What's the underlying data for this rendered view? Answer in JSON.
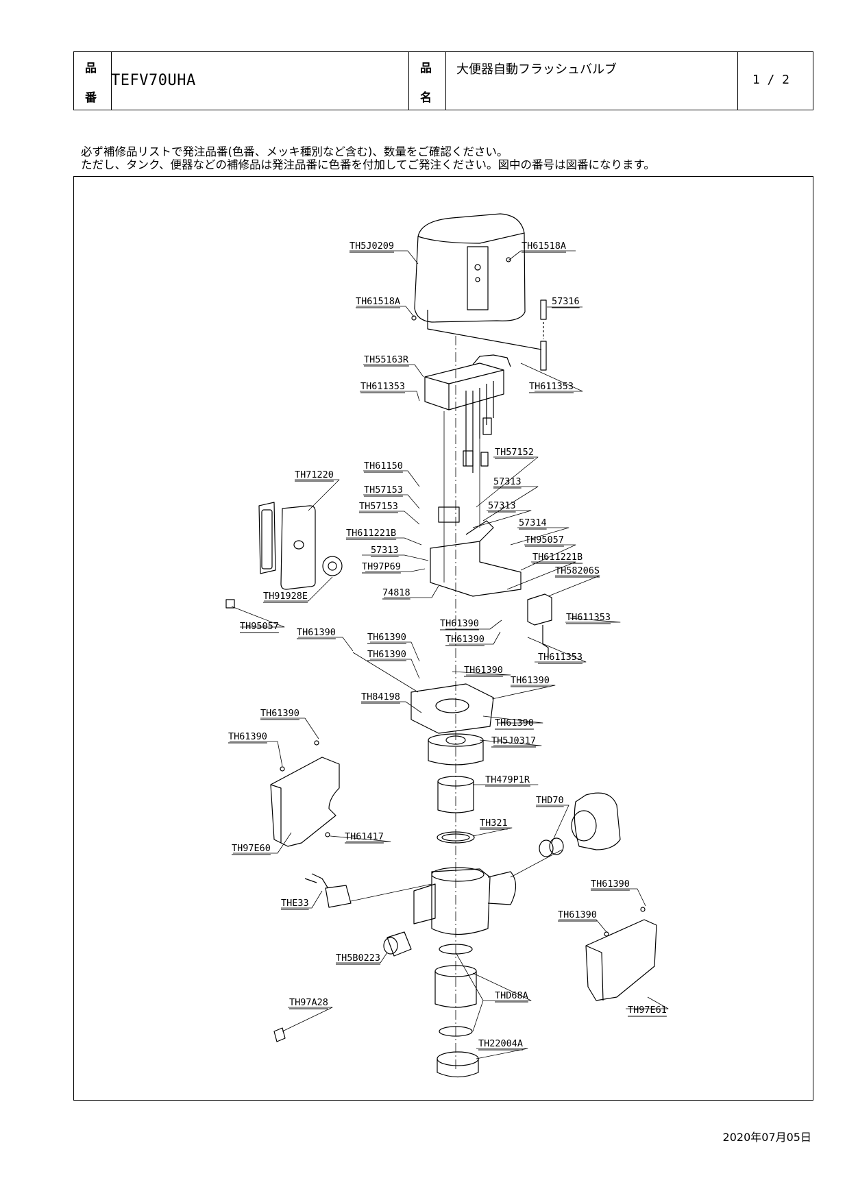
{
  "header": {
    "part_no_label_1": "品",
    "part_no_label_2": "番",
    "part_no": "TEFV70UHA",
    "name_label_1": "品",
    "name_label_2": "名",
    "product_name": "大便器自動フラッシュバルブ",
    "page": "1 / 2"
  },
  "notice": {
    "line1": "必ず補修品リストで発注品番(色番、メッキ種別など含む)、数量をご確認ください。",
    "line2": "ただし、タンク、便器などの補修品は発注品番に色番を付加してご発注ください。図中の番号は図番になります。"
  },
  "parts": [
    {
      "id": "TH5J0209"
    },
    {
      "id": "TH61518A"
    },
    {
      "id": "TH61518A"
    },
    {
      "id": "57316"
    },
    {
      "id": "TH55163R"
    },
    {
      "id": "TH611353"
    },
    {
      "id": "TH611353"
    },
    {
      "id": "TH61150"
    },
    {
      "id": "TH57152"
    },
    {
      "id": "TH57153"
    },
    {
      "id": "TH57153"
    },
    {
      "id": "57313"
    },
    {
      "id": "57313"
    },
    {
      "id": "57314"
    },
    {
      "id": "TH611221B"
    },
    {
      "id": "TH95057"
    },
    {
      "id": "57313"
    },
    {
      "id": "TH611221B"
    },
    {
      "id": "TH97P69"
    },
    {
      "id": "TH58206S"
    },
    {
      "id": "74818"
    },
    {
      "id": "TH61390"
    },
    {
      "id": "TH611353"
    },
    {
      "id": "TH61390"
    },
    {
      "id": "TH611353"
    },
    {
      "id": "TH71220"
    },
    {
      "id": "TH91928E"
    },
    {
      "id": "TH95057"
    },
    {
      "id": "TH61390"
    },
    {
      "id": "TH61390"
    },
    {
      "id": "TH61390"
    },
    {
      "id": "TH61390"
    },
    {
      "id": "TH61390"
    },
    {
      "id": "TH84198"
    },
    {
      "id": "TH61390"
    },
    {
      "id": "TH5J0317"
    },
    {
      "id": "TH61390"
    },
    {
      "id": "TH61390"
    },
    {
      "id": "TH479P1R"
    },
    {
      "id": "THD70"
    },
    {
      "id": "TH321"
    },
    {
      "id": "TH61417"
    },
    {
      "id": "TH97E60"
    },
    {
      "id": "TH61390"
    },
    {
      "id": "THE33"
    },
    {
      "id": "TH61390"
    },
    {
      "id": "TH5B0223"
    },
    {
      "id": "THD68A"
    },
    {
      "id": "TH97E61"
    },
    {
      "id": "TH97A28"
    },
    {
      "id": "TH22004A"
    }
  ],
  "footer": {
    "date": "2020年07月05日"
  }
}
